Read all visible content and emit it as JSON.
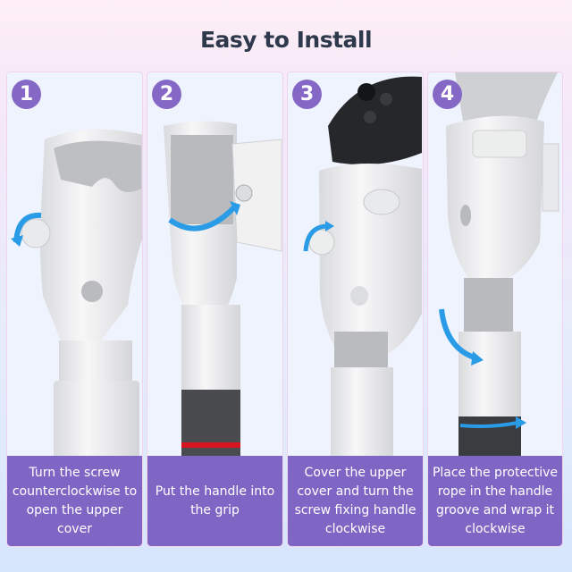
{
  "header": {
    "title": "Easy to Install"
  },
  "steps": [
    {
      "number": "1",
      "caption": "Turn the screw counterclockwise to open the upper cover",
      "image": "grip-screw-open"
    },
    {
      "number": "2",
      "caption": "Put the handle into the grip",
      "image": "grip-open-handle-insert"
    },
    {
      "number": "3",
      "caption": "Cover the upper cover and turn the screw fixing handle clockwise",
      "image": "controller-in-grip-screw-tighten"
    },
    {
      "number": "4",
      "caption": "Place the protective rope in the handle groove and wrap it clockwise",
      "image": "rope-wrap-groove"
    }
  ],
  "colors": {
    "accent_purple": "#8066c4",
    "title_text": "#2e3a4c",
    "arrow_blue": "#2a9be6",
    "panel_bg": "#eef3fd"
  }
}
